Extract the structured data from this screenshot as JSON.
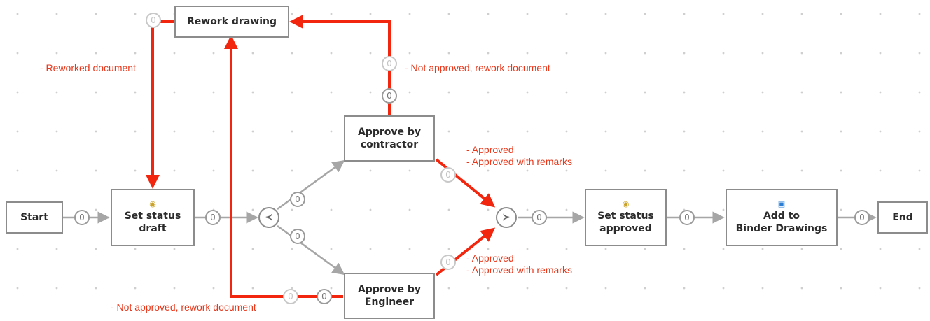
{
  "nodes": {
    "start": "Start",
    "set_status_draft": "Set status\ndraft",
    "rework_drawing": "Rework drawing",
    "approve_contractor": "Approve by\ncontractor",
    "approve_engineer": "Approve by\nEngineer",
    "set_status_approved": "Set status\napproved",
    "add_to_binder": "Add to\nBinder Drawings",
    "end": "End"
  },
  "gateways": {
    "split_glyph": "≺",
    "join_glyph": "≻"
  },
  "connection_count": "0",
  "annotations": {
    "reworked": "- Reworked document",
    "not_approved_top": "- Not approved, rework document",
    "contractor_approved": "- Approved",
    "contractor_approved_remarks": "- Approved with remarks",
    "engineer_approved": "- Approved",
    "engineer_approved_remarks": "- Approved with remarks",
    "not_approved_bottom": "- Not approved, rework document"
  },
  "colors": {
    "annotation": "#e8381c",
    "connector": "#a6a6a6",
    "node_border": "#8c8c8c",
    "grid_dot": "#cfcfcf"
  },
  "icons": {
    "status_icon": "tag-icon",
    "binder_icon": "folder-icon"
  }
}
